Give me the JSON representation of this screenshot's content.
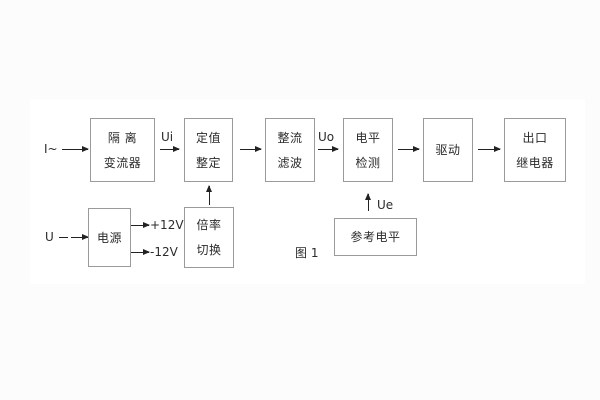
{
  "colors": {
    "background": "#fcfcfc",
    "panel": "#ffffff",
    "box_border": "#9a9a9a",
    "line": "#222222",
    "text": "#2b2b2b"
  },
  "caption": "图 1",
  "inputs": {
    "current_label": "I~",
    "voltage_label": "U"
  },
  "top_row": {
    "isolation_transformer": {
      "line1": "隔 离",
      "line2": "变流器"
    },
    "setpoint_adjust": {
      "line1": "定值",
      "line2": "整定"
    },
    "rectifier_filter": {
      "line1": "整流",
      "line2": "滤波"
    },
    "level_detector": {
      "line1": "电平",
      "line2": "检测"
    },
    "driver": {
      "label": "驱动"
    },
    "output_relay": {
      "line1": "出口",
      "line2": "继电器"
    }
  },
  "bottom_row": {
    "power_supply": {
      "label": "电源"
    },
    "ratio_switch": {
      "line1": "倍率",
      "line2": "切换"
    },
    "reference_level": {
      "label": "参考电平"
    }
  },
  "signal_labels": {
    "ui": "Ui",
    "uo": "Uo",
    "ue": "Ue",
    "plus_12v": "+12V",
    "minus_12v": "-12V"
  }
}
